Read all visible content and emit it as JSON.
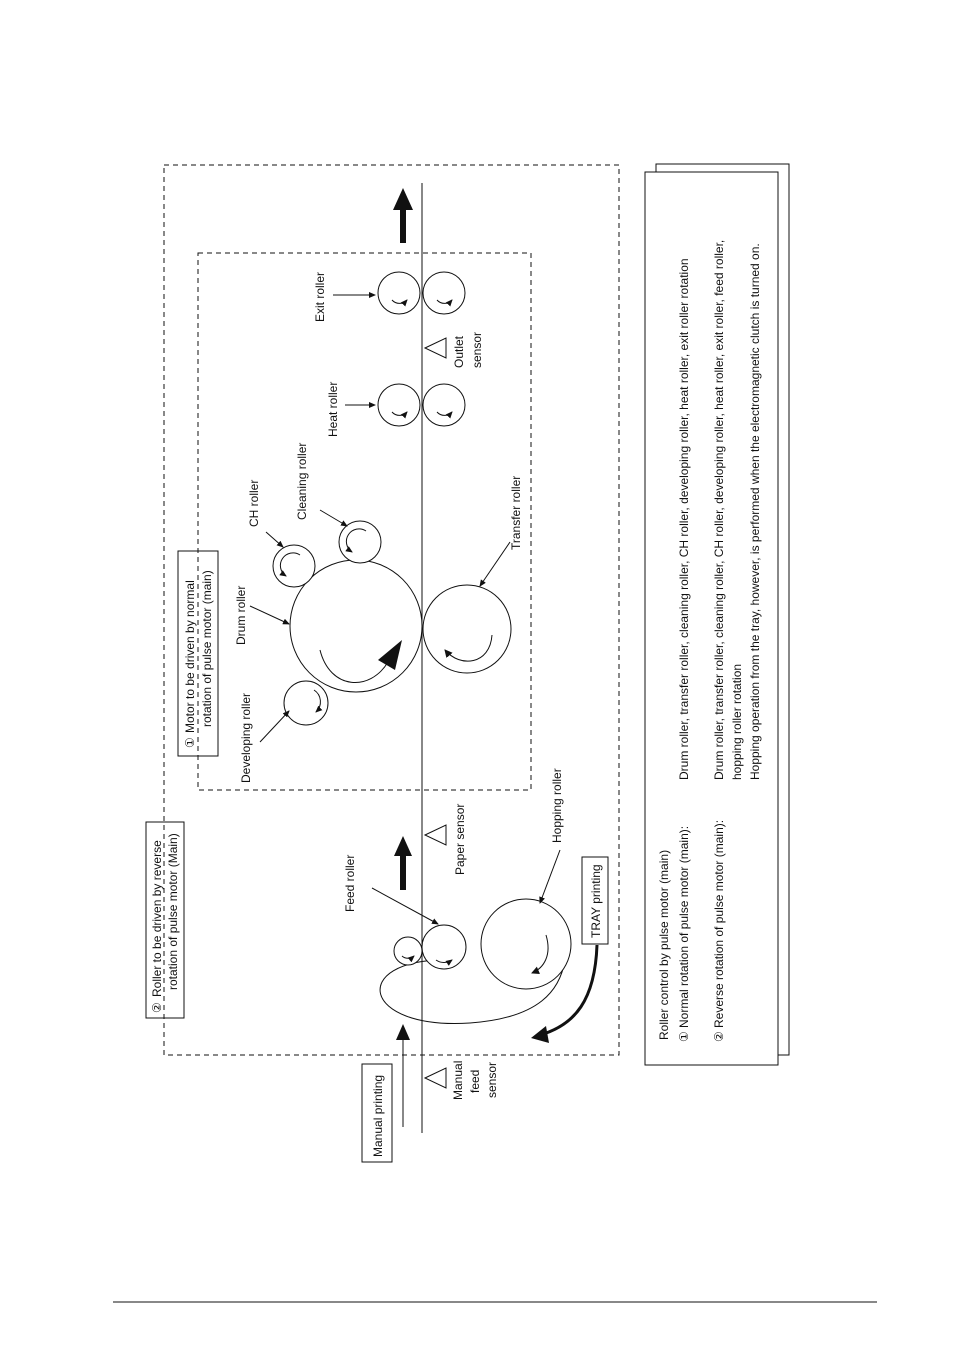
{
  "labels": {
    "manual_printing": "Manual printing",
    "manual_feed_sensor": [
      "Manual",
      "feed",
      "sensor"
    ],
    "feed_roller": "Feed roller",
    "hopping_roller": "Hopping roller",
    "tray_printing": "TRAY printing",
    "paper_sensor": "Paper sensor",
    "developing_roller": "Developing roller",
    "drum_roller": "Drum roller",
    "ch_roller": "CH roller",
    "cleaning_roller": "Cleaning roller",
    "transfer_roller": "Transfer roller",
    "heat_roller": "Heat roller",
    "outlet_sensor": [
      "Outlet",
      "sensor"
    ],
    "exit_roller": "Exit roller",
    "region_reverse": {
      "marker": "②",
      "lines": [
        "Roller to be driven by reverse",
        "rotation of pulse motor (Main)"
      ]
    },
    "region_normal": {
      "marker": "①",
      "lines": [
        "Motor to be driven by normal",
        "rotation of pulse motor (main)"
      ]
    }
  },
  "legend": {
    "title": "Roller control by pulse motor (main)",
    "item1": {
      "marker": "①",
      "label": "Normal rotation of pulse motor (main):",
      "text": "Drum roller, transfer roller, cleaning roller, CH roller, developing roller, heat roller, exit roller rotation"
    },
    "item2": {
      "marker": "②",
      "label": "Reverse rotation of pulse motor (main):",
      "line1": "Drum roller, transfer roller, cleaning roller, CH roller, developing roller, heat roller, exit roller, feed roller,",
      "line2": "hopping roller rotation",
      "line3": "Hopping operation from the tray, however, is performed when the electromagnetic clutch is turned on."
    }
  }
}
